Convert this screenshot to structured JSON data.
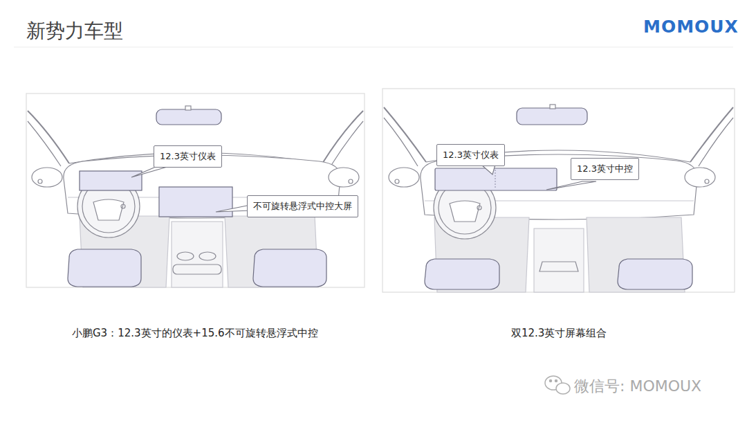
{
  "diagram": {
    "title": "新势力车型",
    "nodes": [
      {
        "text": [
          "12.3英寸仪表"
        ]
      },
      {
        "text": [
          "不可旋转悬浮式中控大屏"
        ]
      },
      {
        "text": [
          "12.3英寸仪表"
        ]
      },
      {
        "text": [
          "12.3英寸中控"
        ]
      }
    ],
    "labels": [
      "MOMOUX",
      "小鹏G3：12.3英寸的仪表+15.6不可旋转悬浮式中控",
      "双12.3英寸屏幕组合",
      "微信号: MOMOUX"
    ]
  }
}
